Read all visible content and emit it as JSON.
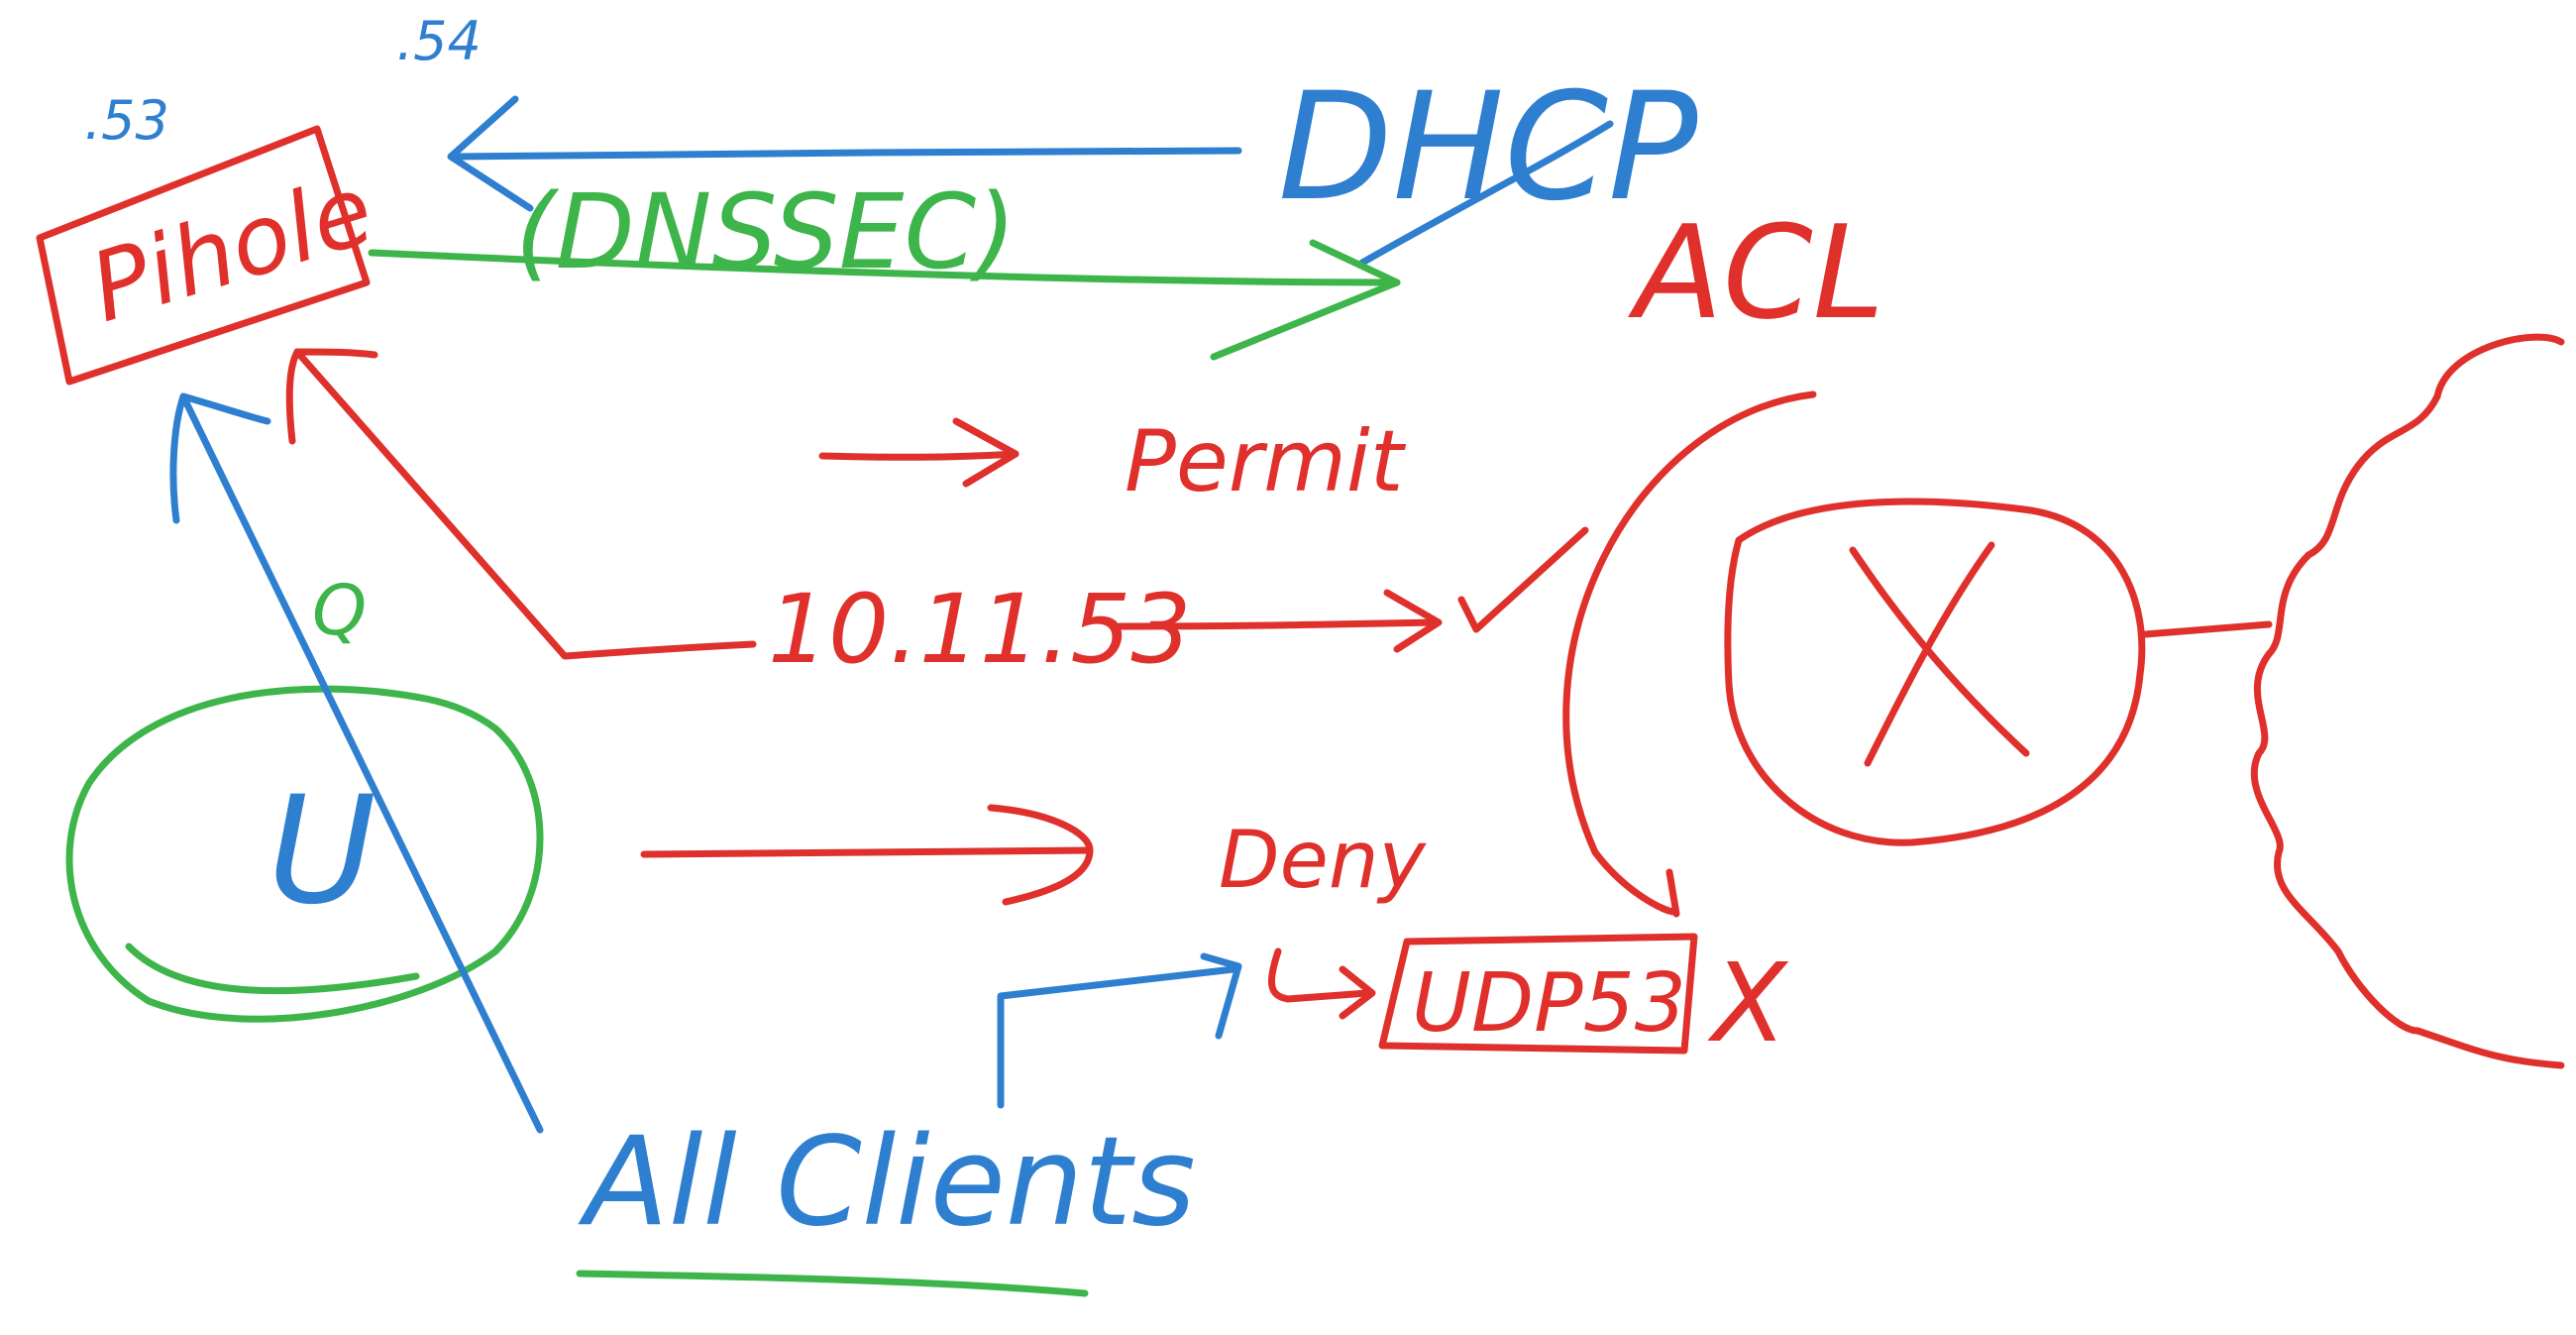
{
  "colors": {
    "red": "#e0302b",
    "blue": "#2f7fd0",
    "green": "#3db54a",
    "background": "#ffffff"
  },
  "labels": {
    "pihole": "Pihole",
    "pihole_octet": ".53",
    "dhcp_octet": ".54",
    "dhcp": "DHCP",
    "dnssec": "(DNSSEC)",
    "acl": "ACL",
    "permit": "Permit",
    "ip": "10.11.53",
    "deny": "Deny",
    "udp53": "UDP53",
    "x_mark": "X",
    "u": "U",
    "q": "Q",
    "all_clients": "All Clients"
  }
}
